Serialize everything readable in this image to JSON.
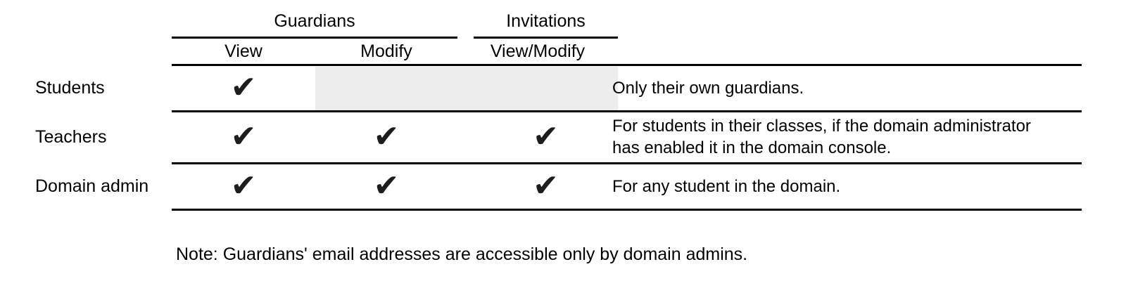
{
  "colors": {
    "background": "#ffffff",
    "text": "#000000",
    "line": "#000000",
    "disabled_cell_shading": "#ededed",
    "check": "#1d1d1d"
  },
  "icons": {
    "check": "✔"
  },
  "table": {
    "column_groups": [
      {
        "label": "Guardians",
        "subcolumns": [
          "View",
          "Modify"
        ]
      },
      {
        "label": "Invitations",
        "subcolumns": [
          "View/Modify"
        ]
      }
    ],
    "columns": [
      "View",
      "Modify",
      "View/Modify"
    ],
    "rows": [
      {
        "label": "Students",
        "permissions": {
          "guardians_view": true,
          "guardians_modify": false,
          "invitations_view_modify": false
        },
        "disabled_cells_shaded": true,
        "note": "Only their own guardians."
      },
      {
        "label": "Teachers",
        "permissions": {
          "guardians_view": true,
          "guardians_modify": true,
          "invitations_view_modify": true
        },
        "disabled_cells_shaded": false,
        "note": "For students in their classes, if the domain administrator has enabled it in the domain console."
      },
      {
        "label": "Domain admin",
        "permissions": {
          "guardians_view": true,
          "guardians_modify": true,
          "invitations_view_modify": true
        },
        "disabled_cells_shaded": false,
        "note": "For any student in the domain."
      }
    ]
  },
  "footer": {
    "note": "Note: Guardians' email addresses are accessible only by domain admins."
  }
}
